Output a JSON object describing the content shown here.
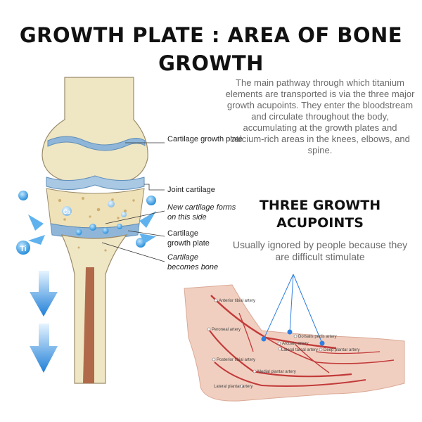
{
  "title": "GROWTH PLATE : AREA OF BONE GROWTH",
  "description": "The main pathway through which titanium elements are transported is via the three major growth acupoints. They enter the bloodstream and circulate throughout the body, accumulating at the growth plates and calcium-rich areas in the knees, elbows, and spine.",
  "subheading": "THREE GROWTH ACUPOINTS",
  "note": "Usually ignored by people because they are difficult stimulate",
  "knee_labels": {
    "cartilage_growth_plate_top": "Cartilage growth plate",
    "joint_cartilage": "Joint cartilage",
    "new_cartilage": "New cartilage forms on this side",
    "cartilage_growth_plate_bottom": "Cartilage growth plate",
    "cartilage_becomes_bone": "Cartilage becomes bone"
  },
  "particle_labels": {
    "ti": "Ti",
    "ca": "Ca"
  },
  "foot_labels": {
    "anterior_tibial_artery": "Anterior tibial artery",
    "peroneal_artery": "Peroneal artery",
    "dorsalis_pedis_artery": "Dorsalis pedis artery",
    "arcuate_artery": "Arcuate artery",
    "lateral_tarsal_artery": "Lateral tarsal artery",
    "deep_plantar_artery": "Deep plantar artery",
    "posterior_tibial_artery": "Posterior tibial artery",
    "medial_plantar_artery": "Medial plantar artery",
    "lateral_plantar_artery": "Lateral plantar artery"
  },
  "colors": {
    "cartilage_blue": "#8fb6d8",
    "bone": "#efe6c4",
    "marrow": "#b06a4a",
    "arrow_blue": "#2f8fe0",
    "artery_red": "#c23a3a",
    "skin": "#f1cfc0",
    "acupoint_line": "#2f7fe0"
  }
}
